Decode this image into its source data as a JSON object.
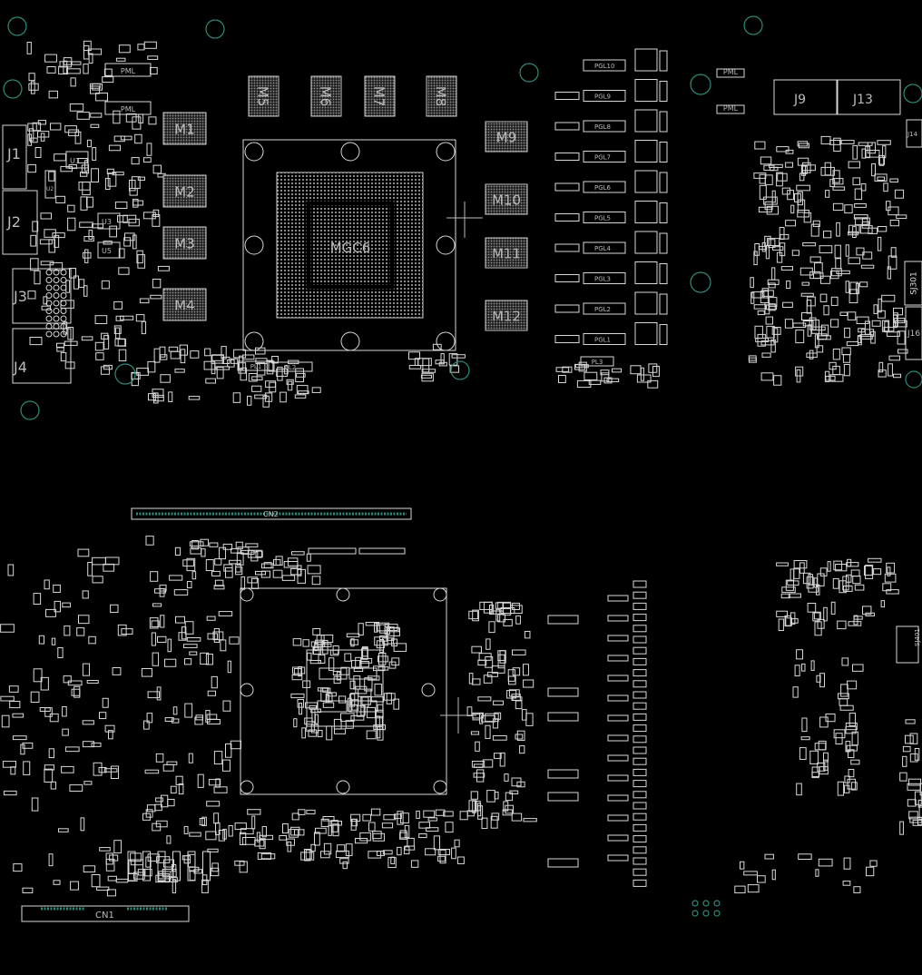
{
  "board": {
    "gpu_label": "MGC6",
    "memory": [
      "M1",
      "M2",
      "M3",
      "M4",
      "M5",
      "M6",
      "M7",
      "M8",
      "M9",
      "M10",
      "M11",
      "M12"
    ],
    "connectors": {
      "j1": "J1",
      "j2": "J2",
      "j3": "J3",
      "j4": "J4",
      "j9": "J9",
      "j13": "J13",
      "j14": "J14",
      "j16": "J16",
      "sj301": "SJ301",
      "sj401": "SJ401",
      "cn1": "CN1",
      "cn2": "CN2"
    },
    "ics": {
      "u1": "U1",
      "u2": "U2",
      "u3": "U3",
      "u5": "U5"
    },
    "inductors": [
      "PGL10",
      "PGL9",
      "PGL8",
      "PGL7",
      "PGL6",
      "PGL5",
      "PGL4",
      "PGL3",
      "PGL2",
      "PGL1"
    ],
    "pml": [
      "PML",
      "PML",
      "PML",
      "PML"
    ],
    "pl": [
      "PL1",
      "PL2",
      "PL3"
    ]
  },
  "colors": {
    "background": "#000000",
    "outline": "#d8d8d8",
    "mounting_hole": "#2e8a7a"
  }
}
